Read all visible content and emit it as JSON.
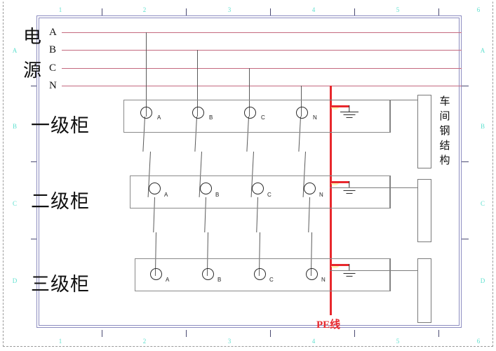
{
  "diagram": {
    "title_source": "电源",
    "pe_label": "PE线",
    "steel_structure_label": "车间钢结构",
    "phase_labels": [
      "A",
      "B",
      "C",
      "N"
    ],
    "cabinets": [
      {
        "name": "一级柜",
        "terminals": [
          "A",
          "B",
          "C",
          "N"
        ]
      },
      {
        "name": "二级柜",
        "terminals": [
          "A",
          "B",
          "C",
          "N"
        ]
      },
      {
        "name": "三级柜",
        "terminals": [
          "A",
          "B",
          "C",
          "N"
        ]
      }
    ],
    "colors": {
      "phase_line": "#c4697f",
      "pe_line": "#e8282d",
      "wire": "#5a5a5a",
      "frame": "#8c8cc0",
      "ruler_text": "#5fe0cf",
      "cabinet_border": "#8a8a8a"
    }
  },
  "rulers": {
    "top": [
      "1",
      "2",
      "3",
      "4",
      "5",
      "6"
    ],
    "bottom": [
      "1",
      "2",
      "3",
      "4",
      "5",
      "6"
    ],
    "left": [
      "A",
      "B",
      "C",
      "D"
    ],
    "right": [
      "A",
      "B",
      "C",
      "D"
    ]
  }
}
